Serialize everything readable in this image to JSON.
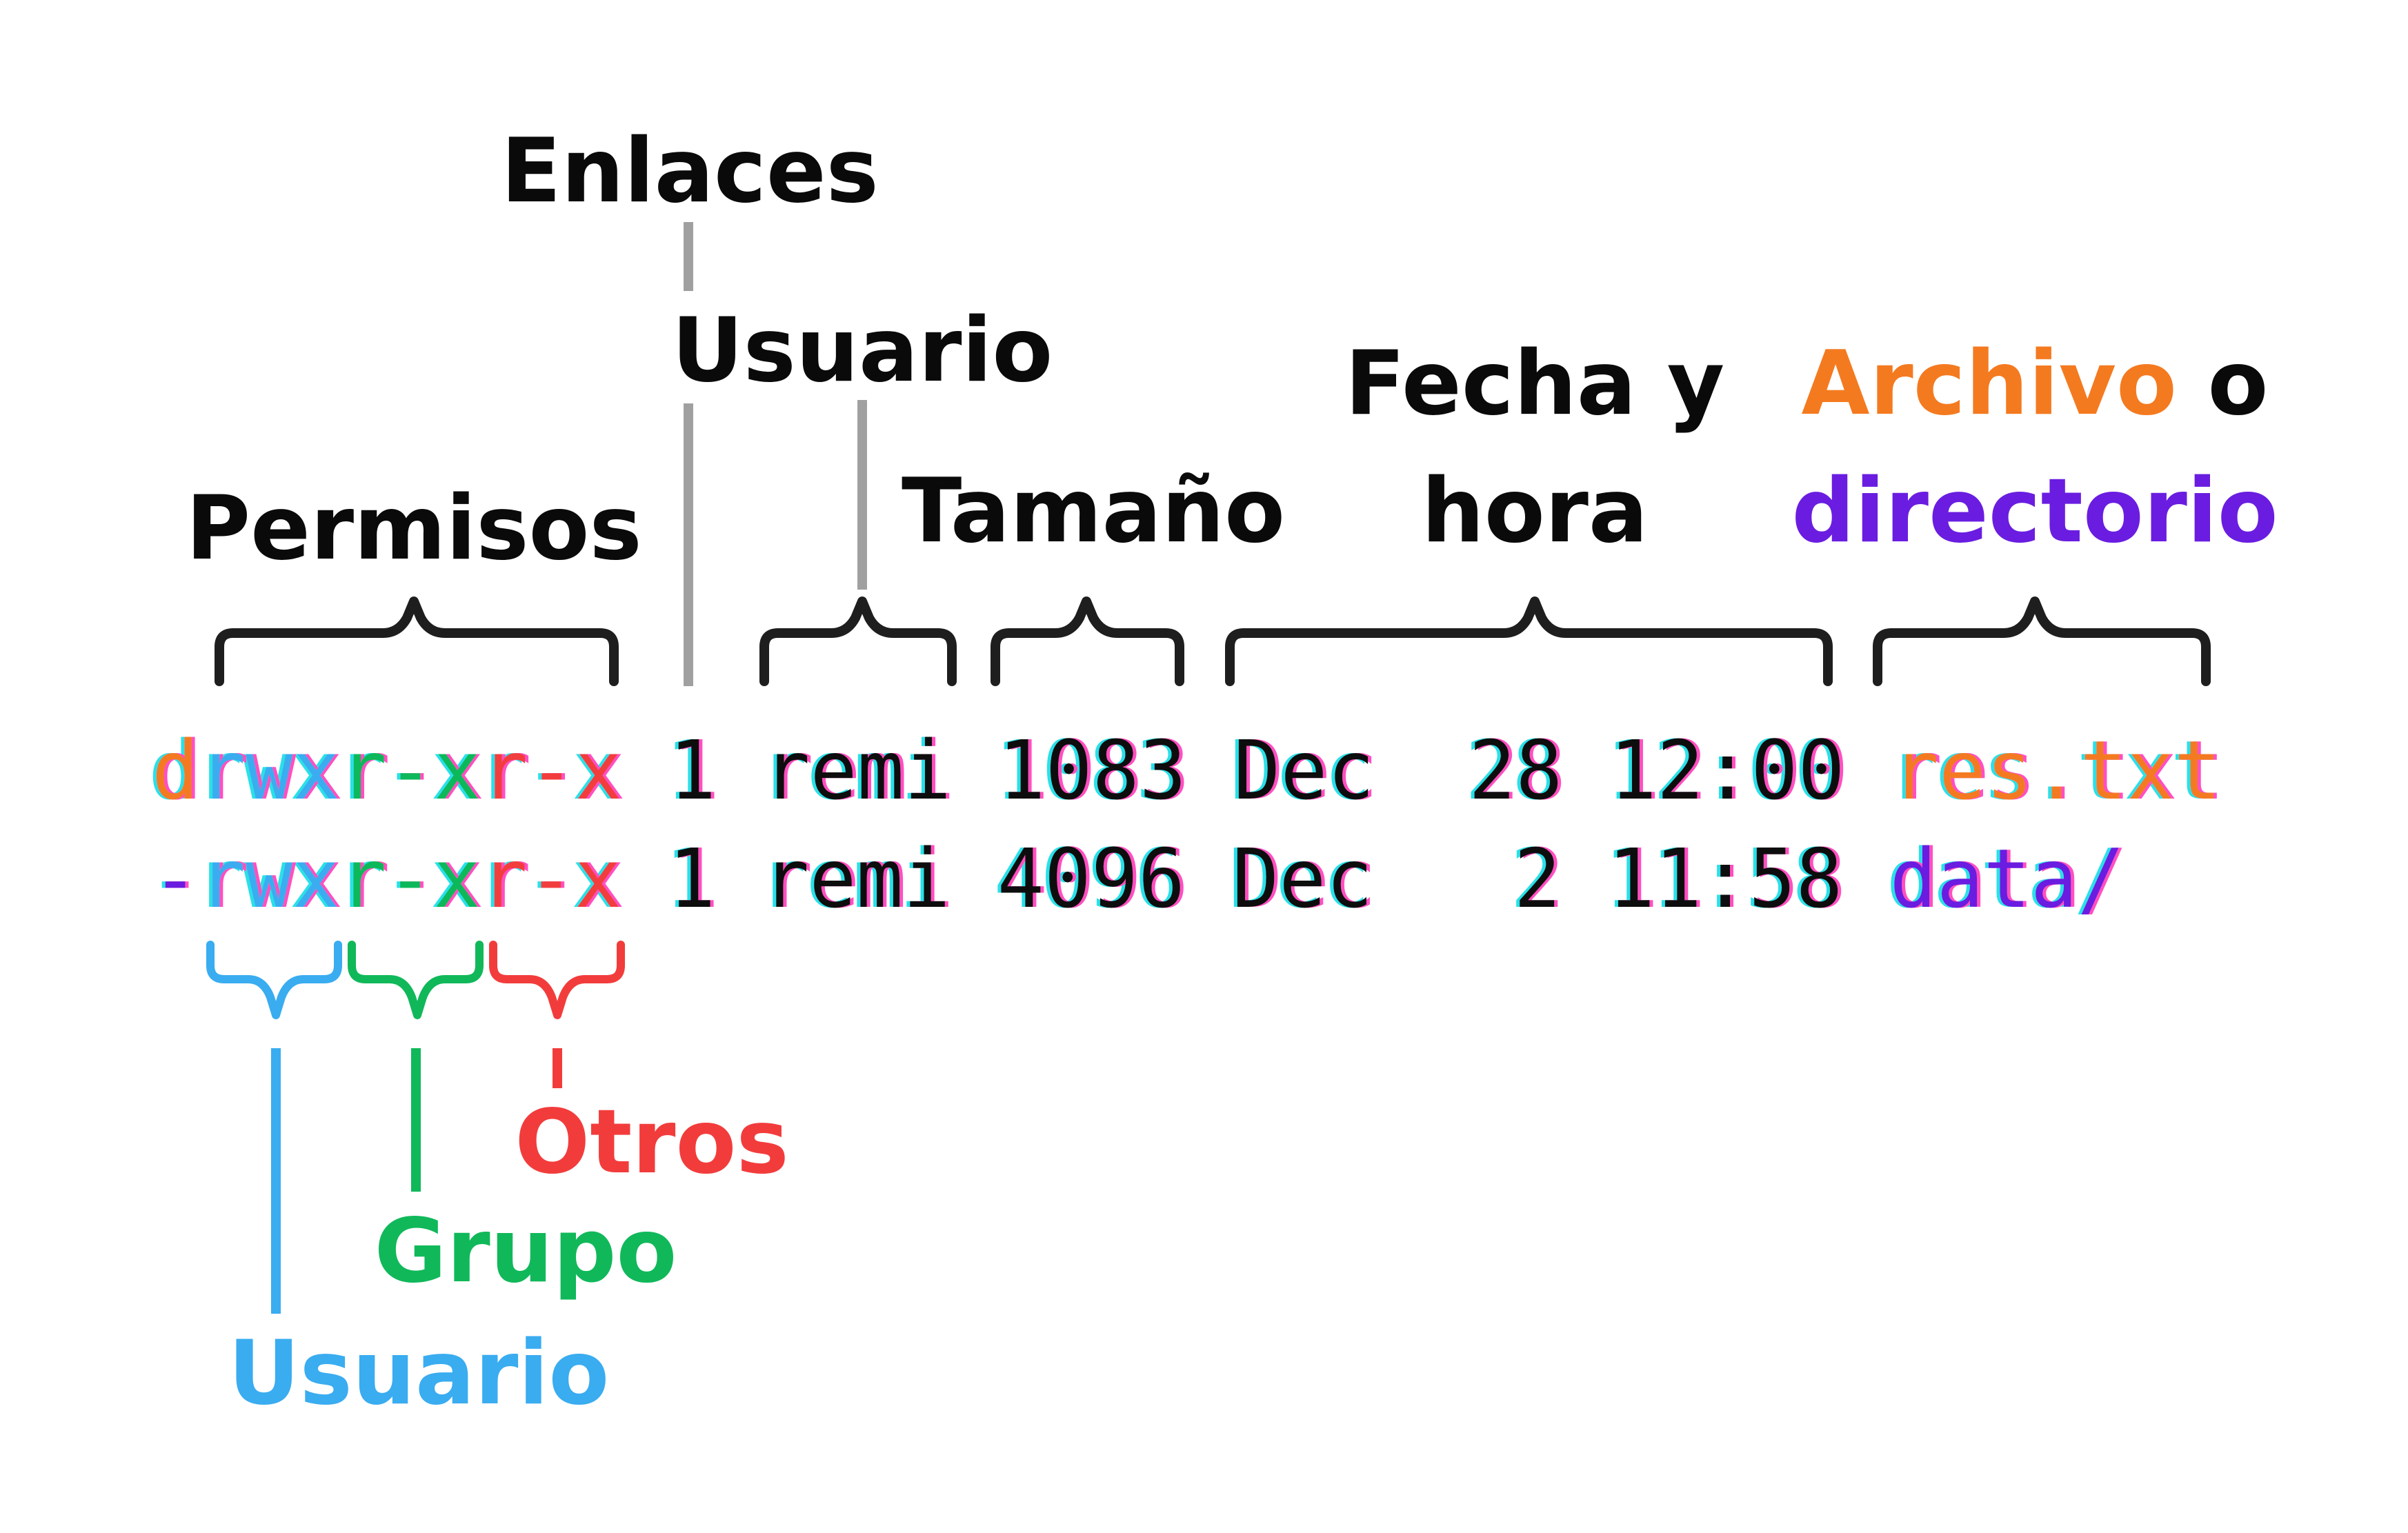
{
  "labels": {
    "permissions": "Permisos",
    "links": "Enlaces",
    "user_top": "Usuario",
    "size": "Tamaño",
    "datetime_line1": "Fecha y",
    "datetime_line2": "hora",
    "file_word": "Archivo",
    "or_word": " o",
    "directory_word": "directorio",
    "others": "Otros",
    "group": "Grupo",
    "user_bottom": "Usuario"
  },
  "rows": [
    {
      "type_char": "d",
      "perm_user": "rwx",
      "perm_group": "r-x",
      "perm_other": "r-x",
      "links": "1",
      "owner": "remi",
      "size": "1083",
      "month": "Dec",
      "day": "28",
      "time": "12:00",
      "name": "res.txt"
    },
    {
      "type_char": "-",
      "perm_user": "rwx",
      "perm_group": "r-x",
      "perm_other": "r-x",
      "links": "1",
      "owner": "remi",
      "size": "4096",
      "month": "Dec",
      "day": "2",
      "time": "11:58",
      "name": "data/"
    }
  ],
  "colors": {
    "text": "#0a0a0a",
    "bracket": "#1e1e1e",
    "connector": "#a0a0a0",
    "file": "#f47a20",
    "directory": "#6a1de0",
    "others": "#f23c3c",
    "group": "#10b85a",
    "user": "#3aacf0",
    "glitch_cyan": "#29e0e8",
    "glitch_magenta": "#ff4fc0"
  }
}
